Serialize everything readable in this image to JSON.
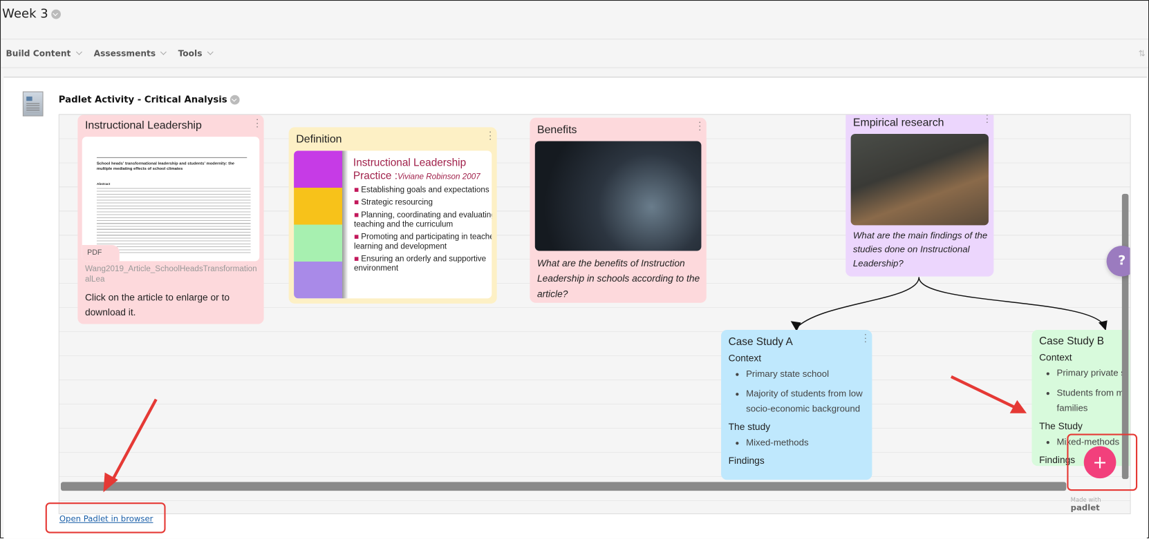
{
  "header": {
    "title": "Week 3"
  },
  "toolbar": {
    "items": [
      "Build Content",
      "Assessments",
      "Tools"
    ]
  },
  "item": {
    "title": "Padlet Activity - Critical Analysis",
    "open_link": "Open Padlet in browser"
  },
  "padlet": {
    "made_with": "Made with",
    "brand": "padlet",
    "cards": {
      "instructional": {
        "title": "Instructional Leadership",
        "badge": "PDF",
        "filename": "Wang2019_Article_SchoolHeadsTransformationalLea",
        "body": "Click on the article to enlarge or to download it.",
        "pdf_heading": "School heads' transformational leadership and students' modernity: the multiple mediating effects of school climates",
        "pdf_abstract_label": "Abstract"
      },
      "definition": {
        "title": "Definition",
        "slide_title": "Instructional Leadership Practice :",
        "slide_author": "Viviane Robinson 2007",
        "bullets": [
          "Establishing goals and expectations",
          "Strategic resourcing",
          "Planning, coordinating and evaluating teaching and the curriculum",
          "Promoting and participating in teacher learning and development",
          "Ensuring an orderly and supportive environment"
        ]
      },
      "benefits": {
        "title": "Benefits",
        "body": "What are the benefits of Instruction Leadership in schools according to the article?"
      },
      "empirical": {
        "title": "Empirical research",
        "body": "What are the main findings of the studies done on Instructional Leadership?"
      },
      "case_a": {
        "title": "Case Study A",
        "context": "Context",
        "context_items": [
          "Primary state school",
          "Majority of students from low socio-economic background"
        ],
        "study": "The study",
        "study_items": [
          "Mixed-methods"
        ],
        "findings": "Findings"
      },
      "case_b": {
        "title": "Case Study B",
        "context": "Context",
        "context_items": [
          "Primary private s",
          "Students from m families"
        ],
        "study": "The Study",
        "study_items": [
          "Mixed-methods"
        ],
        "findings": "Findings"
      }
    },
    "add_button": "+",
    "help_button": "?"
  },
  "colors": {
    "accent_pink": "#f2407c",
    "annotation_red": "#e53935",
    "card_pink": "#fdd9dc",
    "card_yellow": "#fdf0c5",
    "card_purple": "#ecd6fd",
    "card_blue": "#bfe8fd",
    "card_green": "#d8fadc",
    "help_purple": "#9b7bbf"
  }
}
